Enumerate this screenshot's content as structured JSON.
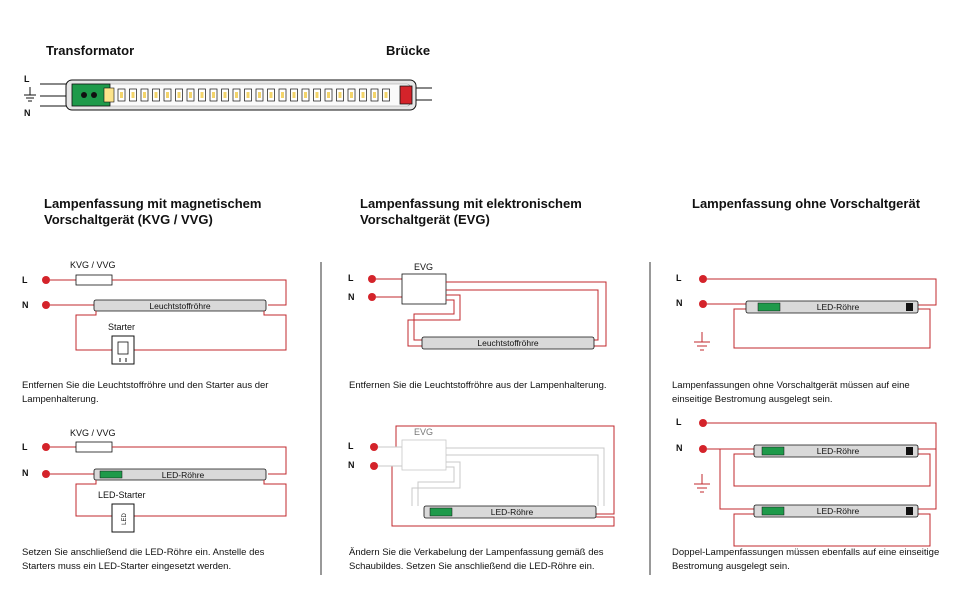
{
  "top": {
    "transformer_label": "Transformator",
    "bridge_label": "Brücke",
    "label_L": "L",
    "label_N": "N"
  },
  "columns": [
    {
      "title_line1": "Lampenfassung mit magnetischem",
      "title_line2": "Vorschaltgerät (KVG / VVG)",
      "diagram1": {
        "L": "L",
        "N": "N",
        "ballast": "KVG / VVG",
        "tube": "Leuchtstoffröhre",
        "starter": "Starter"
      },
      "caption1_line1": "Entfernen Sie die Leuchtstoffröhre und den Starter aus der",
      "caption1_line2": "Lampenhalterung.",
      "diagram2": {
        "L": "L",
        "N": "N",
        "ballast": "KVG / VVG",
        "tube": "LED-Röhre",
        "starter": "LED-Starter",
        "starter_inner": "LED"
      },
      "caption2_line1": "Setzen Sie anschließend die LED-Röhre ein. Anstelle des",
      "caption2_line2": "Starters muss ein LED-Starter eingesetzt werden."
    },
    {
      "title_line1": "Lampenfassung mit elektronischem",
      "title_line2": "Vorschaltgerät (EVG)",
      "diagram1": {
        "L": "L",
        "N": "N",
        "ballast": "EVG",
        "tube": "Leuchtstoffröhre"
      },
      "caption1_line1": "Entfernen Sie die Leuchtstoffröhre aus der Lampenhalterung.",
      "diagram2": {
        "L": "L",
        "N": "N",
        "ballast": "EVG",
        "tube": "LED-Röhre"
      },
      "caption2_line1": "Ändern Sie die Verkabelung der Lampenfassung gemäß des",
      "caption2_line2": "Schaubildes. Setzen Sie anschließend die LED-Röhre ein."
    },
    {
      "title_line1": "Lampenfassung ohne Vorschaltgerät",
      "diagram1": {
        "L": "L",
        "N": "N",
        "tube": "LED-Röhre"
      },
      "caption1_line1": "Lampenfassungen ohne Vorschaltgerät müssen auf eine",
      "caption1_line2": "einseitige Bestromung ausgelegt sein.",
      "diagram2": {
        "L": "L",
        "N": "N",
        "tube1": "LED-Röhre",
        "tube2": "LED-Röhre"
      },
      "caption2_line1": "Doppel-Lampenfassungen müssen ebenfalls auf eine einseitige",
      "caption2_line2": "Bestromung ausgelegt sein."
    }
  ],
  "colors": {
    "wire": "#c0282d",
    "terminal": "#d4232a",
    "tube": "#d9d9d9",
    "green": "#1e9a4a",
    "grey_wire": "#c8c8c8"
  }
}
